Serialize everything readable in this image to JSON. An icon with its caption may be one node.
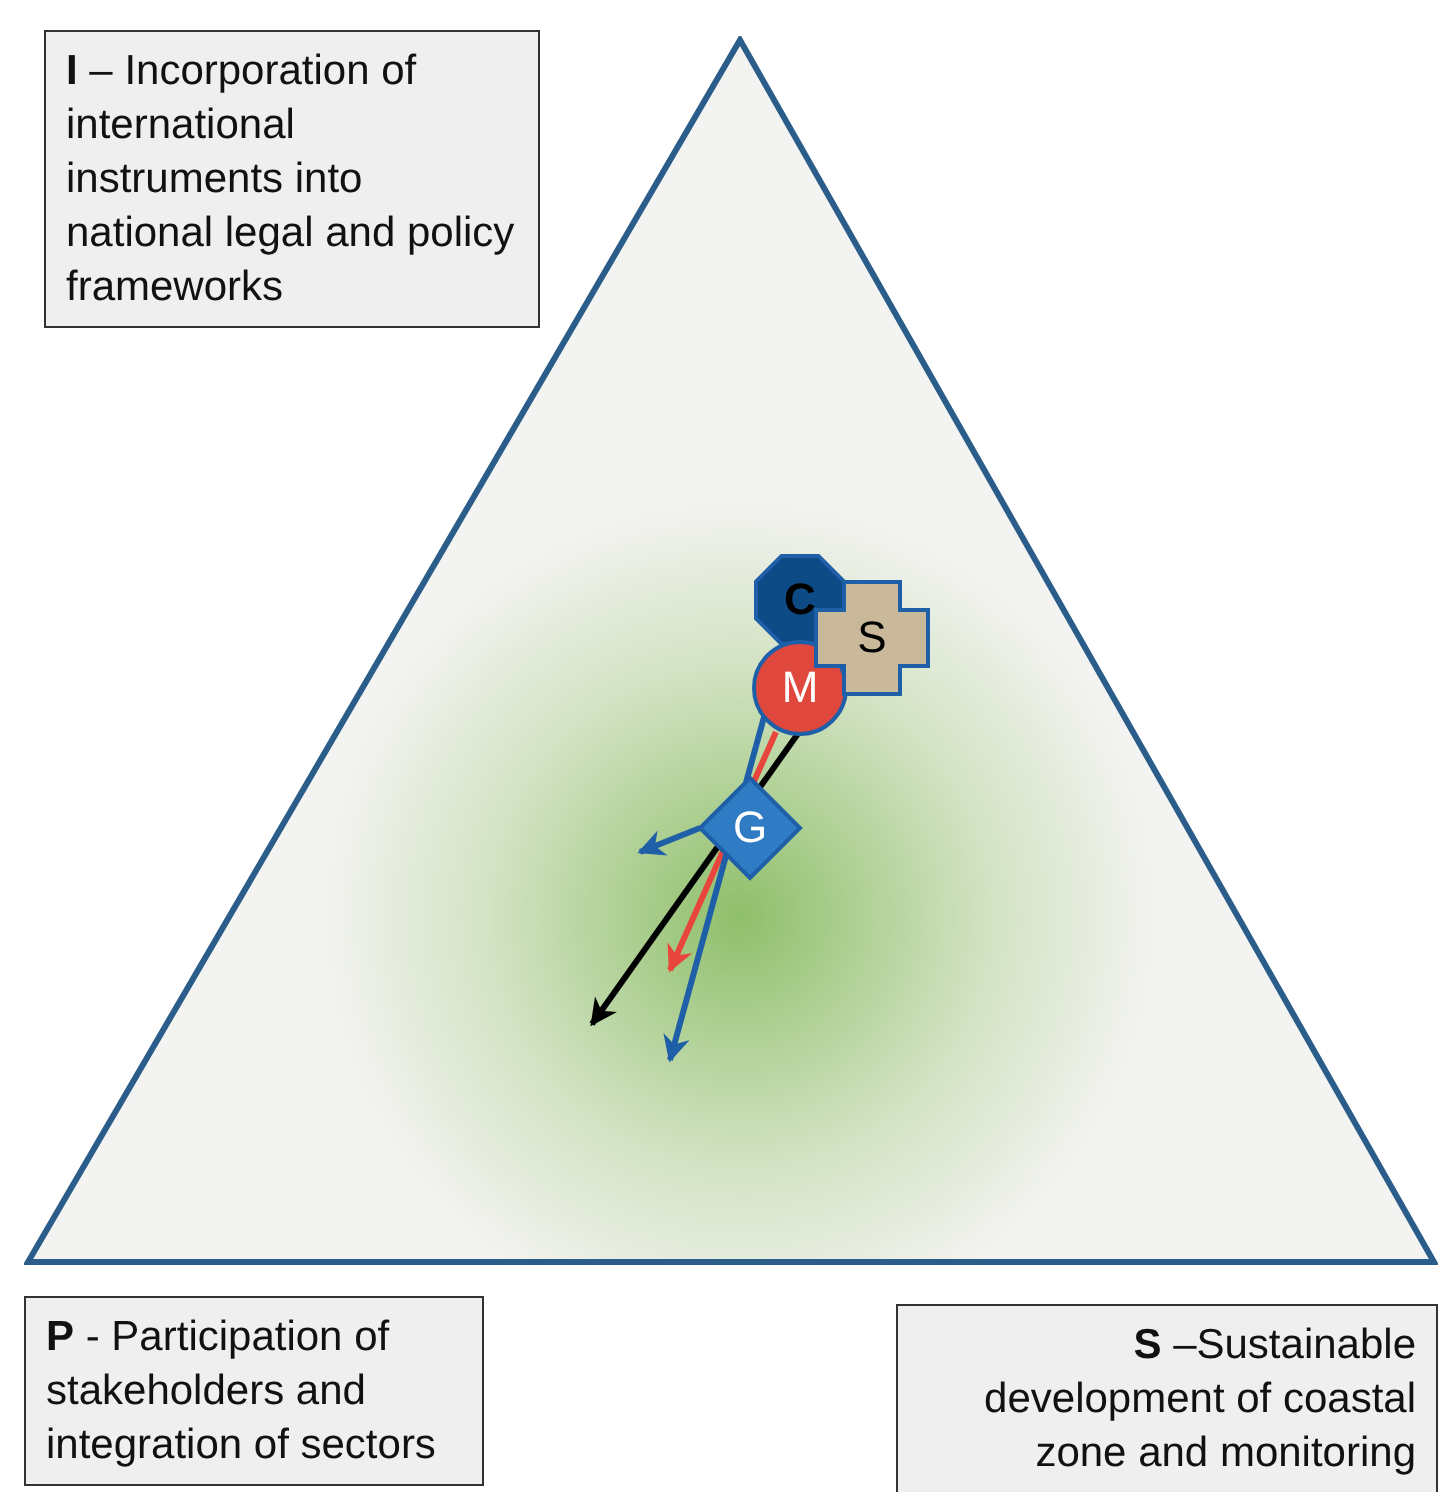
{
  "diagram": {
    "nodes": [
      {
        "text": [],
        "shape": "triangle"
      },
      {
        "text": [
          "**I** – Incorporation of international instruments into national legal and policy frameworks"
        ]
      },
      {
        "text": [
          "**P** - Participation of stakeholders and integration of sectors"
        ]
      },
      {
        "text": [
          "**S** –Sustainable development of coastal zone and monitoring"
        ]
      },
      {
        "text": [
          "C"
        ],
        "in": 0
      },
      {
        "text": [
          "S"
        ],
        "in": 0
      },
      {
        "text": [
          "M"
        ],
        "in": 0
      },
      {
        "text": [
          "G"
        ],
        "in": 0
      }
    ],
    "edges": [
      {
        "from": 5,
        "to": null,
        "arrow": "to",
        "color": "#000000"
      },
      {
        "from": 6,
        "to": null,
        "arrow": "to",
        "color": "#e8463c"
      },
      {
        "from": 4,
        "to": null,
        "arrow": "to",
        "color": "#1f5fa8"
      },
      {
        "from": 7,
        "to": null,
        "arrow": "to",
        "color": "#1f5fa8"
      }
    ]
  }
}
